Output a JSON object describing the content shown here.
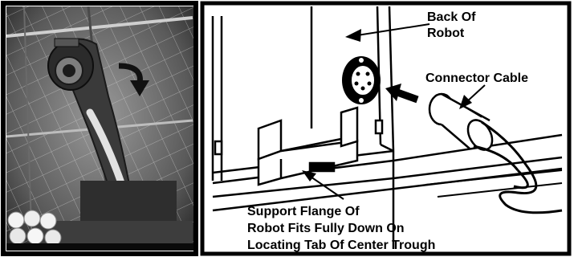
{
  "figure": {
    "labels": {
      "back_of_robot": [
        "Back Of",
        "Robot"
      ],
      "connector_cable": "Connector Cable",
      "support_flange": [
        "Support Flange Of",
        "Robot Fits Fully Down On",
        "Locating Tab Of Center Trough"
      ]
    }
  }
}
